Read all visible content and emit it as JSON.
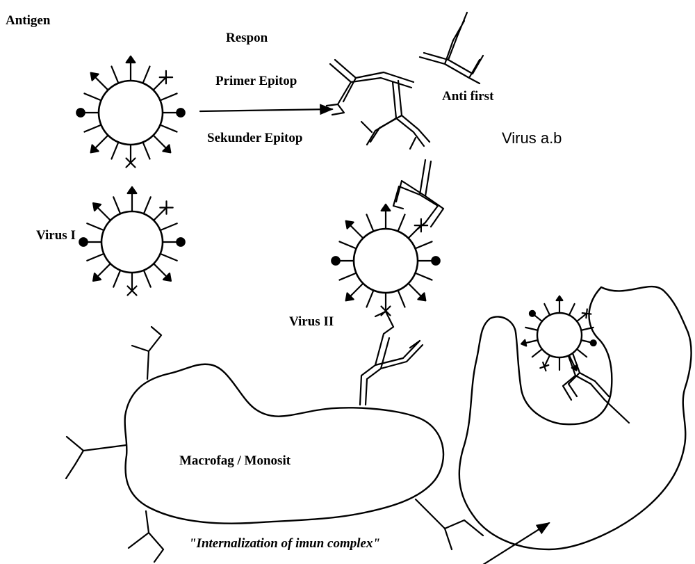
{
  "labels": {
    "antigen": "Antigen",
    "respon": "Respon",
    "primer_epitop": "Primer Epitop",
    "sekunder_epitop": "Sekunder Epitop",
    "anti_first": "Anti first",
    "virus_ab": "Virus a.b",
    "virus_1": "Virus I",
    "virus_2": "Virus II",
    "macrofag": "Macrofag / Monosit",
    "internalization": "\"Internalization of imun complex\""
  },
  "colors": {
    "ink": "#000000",
    "paper": "#ffffff"
  }
}
